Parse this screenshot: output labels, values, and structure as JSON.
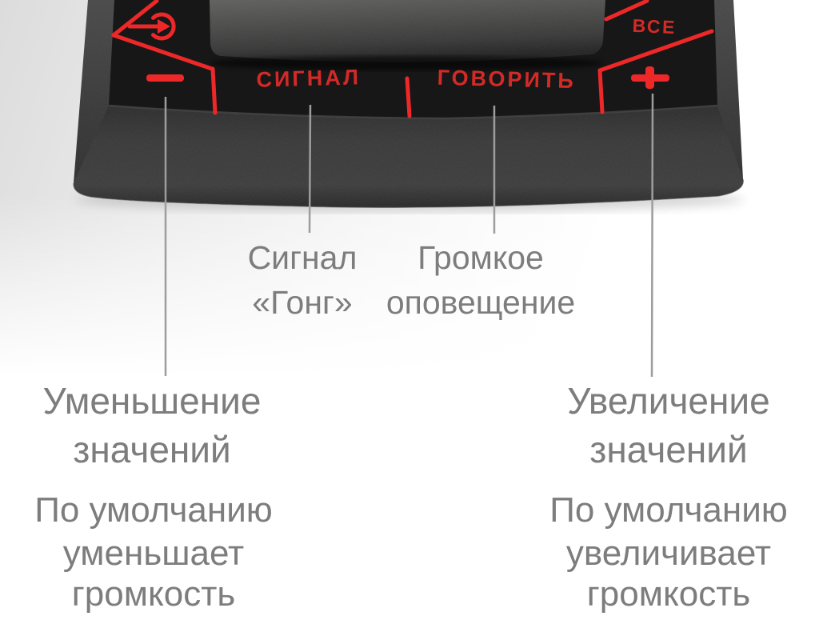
{
  "colors": {
    "accent_red": "#ee2828",
    "device_text_red": "#d42a27",
    "panel_black": "#171717",
    "body_gray": "#2e2e2e",
    "label_gray": "#7d7d7d",
    "callout_line_gray": "#9d9d9d"
  },
  "device": {
    "touch_labels": {
      "signal": "СИГНАЛ",
      "talk": "ГОВОРИТЬ",
      "all": "ВСЕ"
    },
    "symbols": {
      "minus": "−",
      "plus": "+",
      "enter_icon": "arrow-into-circle"
    }
  },
  "callouts": {
    "gong": {
      "lines": [
        "Сигнал",
        "«Гонг»"
      ]
    },
    "announce": {
      "lines": [
        "Громкое",
        "оповещение"
      ]
    },
    "decrease": {
      "title_lines": [
        "Уменьшение",
        "значений"
      ],
      "desc_lines": [
        "По умолчанию",
        "уменьшает",
        "громкость"
      ]
    },
    "increase": {
      "title_lines": [
        "Увеличение",
        "значений"
      ],
      "desc_lines": [
        "По умолчанию",
        "увеличивает",
        "громкость"
      ]
    }
  }
}
